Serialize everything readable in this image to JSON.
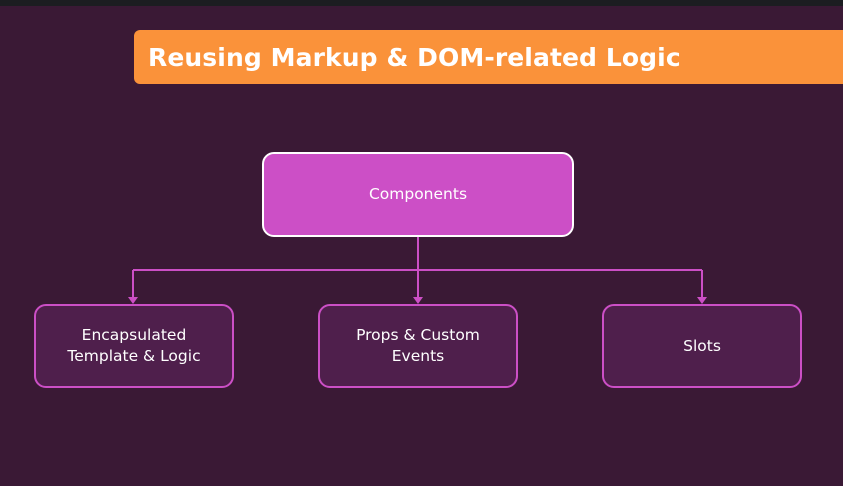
{
  "title": "Reusing Markup & DOM-related Logic",
  "diagram": {
    "root": {
      "label": "Components"
    },
    "children": [
      {
        "label_line1": "Encapsulated",
        "label_line2": "Template & Logic"
      },
      {
        "label_line1": "Props & Custom",
        "label_line2": "Events"
      },
      {
        "label_line1": "Slots"
      }
    ]
  },
  "colors": {
    "background": "#3a1935",
    "title_banner": "#fa923a",
    "root_box": "#cc4fc6",
    "child_box": "#4f1f4c",
    "connector": "#cc4fc6"
  }
}
